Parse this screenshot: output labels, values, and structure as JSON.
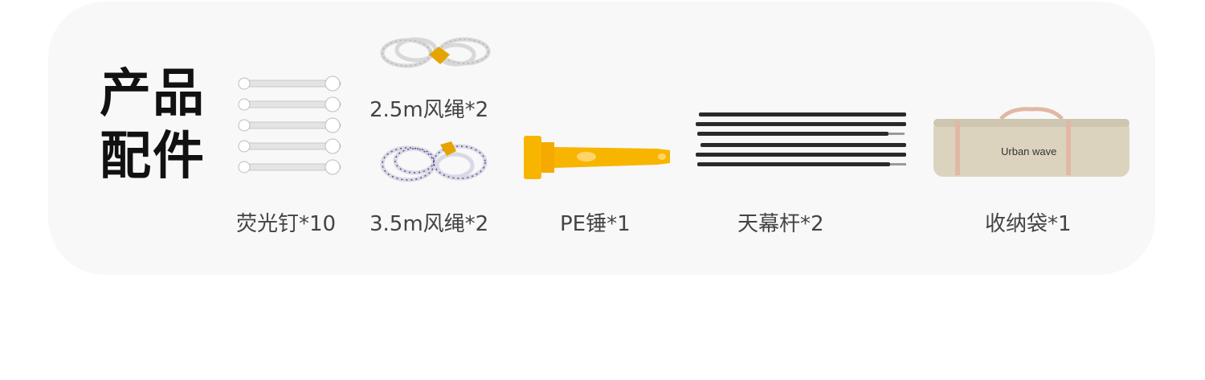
{
  "heading": {
    "line1": "产品",
    "line2": "配件"
  },
  "items": [
    {
      "label": "荧光钉*10"
    },
    {
      "label": "2.5m风绳*2"
    },
    {
      "label": "3.5m风绳*2"
    },
    {
      "label": "PE锤*1"
    },
    {
      "label": "天幕杆*2"
    },
    {
      "label": "收纳袋*1",
      "bag_print": "Urban wave"
    }
  ],
  "colors": {
    "card_bg": "#f8f8f8",
    "hammer": "#f8b500",
    "pole": "#2a2a2a",
    "bag": "#dcd3bf",
    "rope_accent": "#e5a400"
  }
}
